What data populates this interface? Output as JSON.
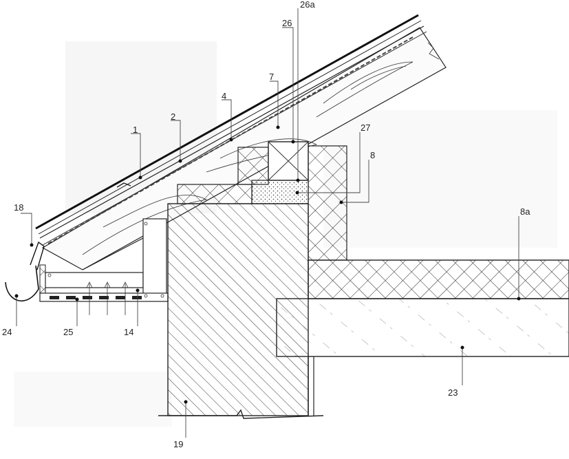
{
  "callouts": [
    {
      "id": "c1",
      "label": "1"
    },
    {
      "id": "c2",
      "label": "2"
    },
    {
      "id": "c4",
      "label": "4"
    },
    {
      "id": "c7",
      "label": "7"
    },
    {
      "id": "c26",
      "label": "26"
    },
    {
      "id": "c26a",
      "label": "26a"
    },
    {
      "id": "c27",
      "label": "27"
    },
    {
      "id": "c8",
      "label": "8"
    },
    {
      "id": "c8a",
      "label": "8a"
    },
    {
      "id": "c18",
      "label": "18"
    },
    {
      "id": "c24",
      "label": "24"
    },
    {
      "id": "c25",
      "label": "25"
    },
    {
      "id": "c14",
      "label": "14"
    },
    {
      "id": "c23",
      "label": "23"
    },
    {
      "id": "c19",
      "label": "19"
    }
  ]
}
